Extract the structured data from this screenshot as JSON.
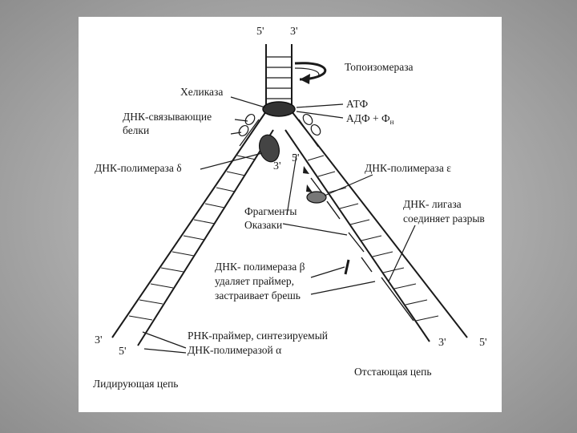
{
  "ends": {
    "top_left": "5'",
    "top_right": "3'",
    "left_3": "3'",
    "left_5": "5'",
    "right_3": "3'",
    "right_5": "5'",
    "inner_3": "3'",
    "inner_5": "5'"
  },
  "labels": {
    "topoisomerase": "Топоизомераза",
    "helicase": "Хеликаза",
    "ssb_line1": "ДНК-связывающие",
    "ssb_line2": "белки",
    "atp": "АТФ",
    "adp": "АДФ + Ф",
    "adp_sub": "н",
    "pol_delta": "ДНК-полимераза δ",
    "pol_epsilon": "ДНК-полимераза ε",
    "okazaki_line1": "Фрагменты",
    "okazaki_line2": "Оказаки",
    "ligase_line1": "ДНК- лигаза",
    "ligase_line2": "соединяет разрыв",
    "pol_beta_line1": "ДНК- полимераза β",
    "pol_beta_line2": "удаляет праймер,",
    "pol_beta_line3": "застраивает брешь",
    "primer_line1": "РНК-праймер, синтезируемый",
    "primer_line2": "ДНК-полимеразой α",
    "leading": "Лидирующая цепь",
    "lagging": "Отстающая цепь"
  }
}
